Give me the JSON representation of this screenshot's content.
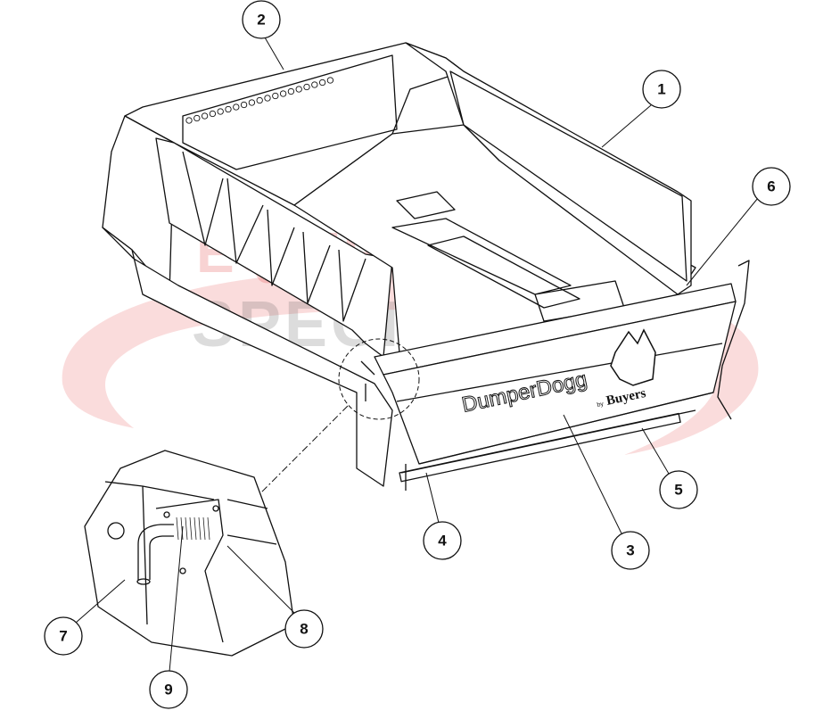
{
  "diagram": {
    "watermark": {
      "line1": "EQUIPMENT",
      "line2": "SPECIALISTS",
      "colors": {
        "swoosh": "#e23b3b",
        "text_gray": "#555555"
      }
    },
    "logo": {
      "brand": "DumperDogg",
      "by": "by",
      "maker": "Buyers"
    },
    "callouts": [
      {
        "id": "1",
        "label": "1"
      },
      {
        "id": "2",
        "label": "2"
      },
      {
        "id": "3",
        "label": "3"
      },
      {
        "id": "4",
        "label": "4"
      },
      {
        "id": "5",
        "label": "5"
      },
      {
        "id": "6",
        "label": "6"
      },
      {
        "id": "7",
        "label": "7"
      },
      {
        "id": "8",
        "label": "8"
      },
      {
        "id": "9",
        "label": "9"
      }
    ]
  }
}
